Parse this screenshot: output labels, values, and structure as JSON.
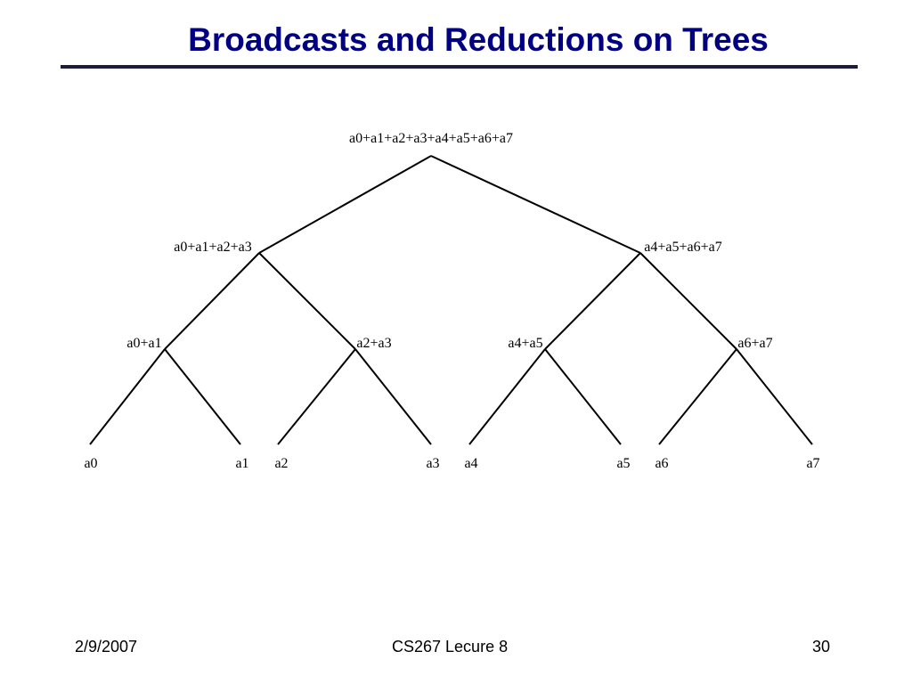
{
  "slide": {
    "title": "Broadcasts and Reductions on Trees",
    "footer_date": "2/9/2007",
    "footer_course": "CS267 Lecure 8",
    "footer_page": "30"
  },
  "tree": {
    "root": "a0+a1+a2+a3+a4+a5+a6+a7",
    "level1": [
      "a0+a1+a2+a3",
      "a4+a5+a6+a7"
    ],
    "level2": [
      "a0+a1",
      "a2+a3",
      "a4+a5",
      "a6+a7"
    ],
    "leaves": [
      "a0",
      "a1",
      "a2",
      "a3",
      "a4",
      "a5",
      "a6",
      "a7"
    ]
  }
}
